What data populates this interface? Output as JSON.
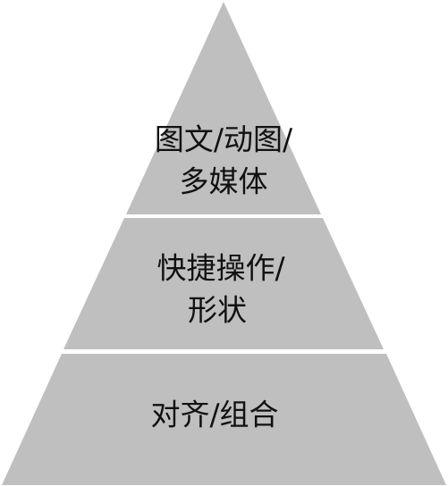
{
  "diagram": {
    "type": "pyramid",
    "fill_color": "#bfbfbf",
    "text_color": "#111111",
    "tiers": [
      {
        "lines": [
          "图文/动图/",
          "多媒体"
        ]
      },
      {
        "lines": [
          "快捷操作/",
          "形状"
        ]
      },
      {
        "lines": [
          "对齐/组合"
        ]
      }
    ]
  }
}
